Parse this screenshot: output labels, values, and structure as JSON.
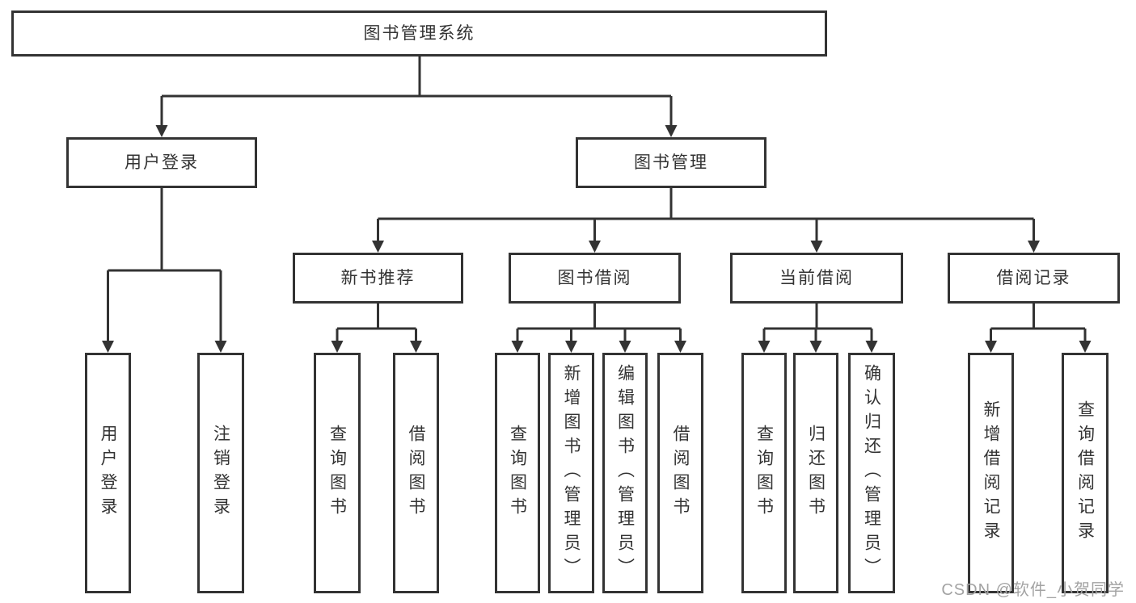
{
  "diagram_type": "hierarchy-tree",
  "colors": {
    "background": "#ffffff",
    "line": "#333333",
    "box_border": "#333333",
    "text": "#333333",
    "watermark": "#a3a3a3"
  },
  "nodes": {
    "root": {
      "label": "图书管理系统"
    },
    "user_login": {
      "label": "用户登录"
    },
    "book_mgmt": {
      "label": "图书管理"
    },
    "new_book_rec": {
      "label": "新书推荐"
    },
    "book_borrow": {
      "label": "图书借阅"
    },
    "current_borrow": {
      "label": "当前借阅"
    },
    "borrow_records": {
      "label": "借阅记录"
    },
    "leaf_user_login": {
      "label": "用户登录"
    },
    "leaf_logout": {
      "label": "注销登录"
    },
    "leaf_query_book_rec": {
      "label": "查询图书"
    },
    "leaf_borrow_book_rec": {
      "label": "借阅图书"
    },
    "leaf_query_book_borrow": {
      "label": "查询图书"
    },
    "leaf_add_book": {
      "label": "新增图书（管理员）"
    },
    "leaf_edit_book": {
      "label": "编辑图书（管理员）"
    },
    "leaf_borrow_book_borrow": {
      "label": "借阅图书"
    },
    "leaf_query_book_current": {
      "label": "查询图书"
    },
    "leaf_return_book": {
      "label": "归还图书"
    },
    "leaf_confirm_return": {
      "label": "确认归还（管理员）"
    },
    "leaf_add_borrow_record": {
      "label": "新增借阅记录"
    },
    "leaf_query_borrow_record": {
      "label": "查询借阅记录"
    }
  },
  "hierarchy": {
    "图书管理系统": {
      "用户登录": [
        "用户登录",
        "注销登录"
      ],
      "图书管理": {
        "新书推荐": [
          "查询图书",
          "借阅图书"
        ],
        "图书借阅": [
          "查询图书",
          "新增图书（管理员）",
          "编辑图书（管理员）",
          "借阅图书"
        ],
        "当前借阅": [
          "查询图书",
          "归还图书",
          "确认归还（管理员）"
        ],
        "借阅记录": [
          "新增借阅记录",
          "查询借阅记录"
        ]
      }
    }
  },
  "watermark": {
    "text": "CSDN @软件_小贺同学"
  }
}
